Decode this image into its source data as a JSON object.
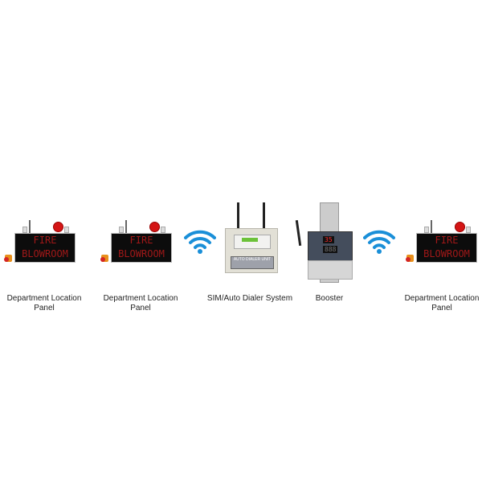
{
  "panel_display": {
    "line1": "FIRE",
    "line2": "BLOWROOM"
  },
  "labels": {
    "panel": "Department Location Panel",
    "dialer": "SIM/Auto Dialer System",
    "booster": "Booster"
  },
  "dialer_box": {
    "unit_text": "AUTO DIALER UNIT"
  },
  "booster_box": {
    "digits_top": "35",
    "digits_bottom": "888"
  },
  "colors": {
    "wifi": "#1a8fd8",
    "led": "#a01818",
    "siren": "#d41515"
  }
}
